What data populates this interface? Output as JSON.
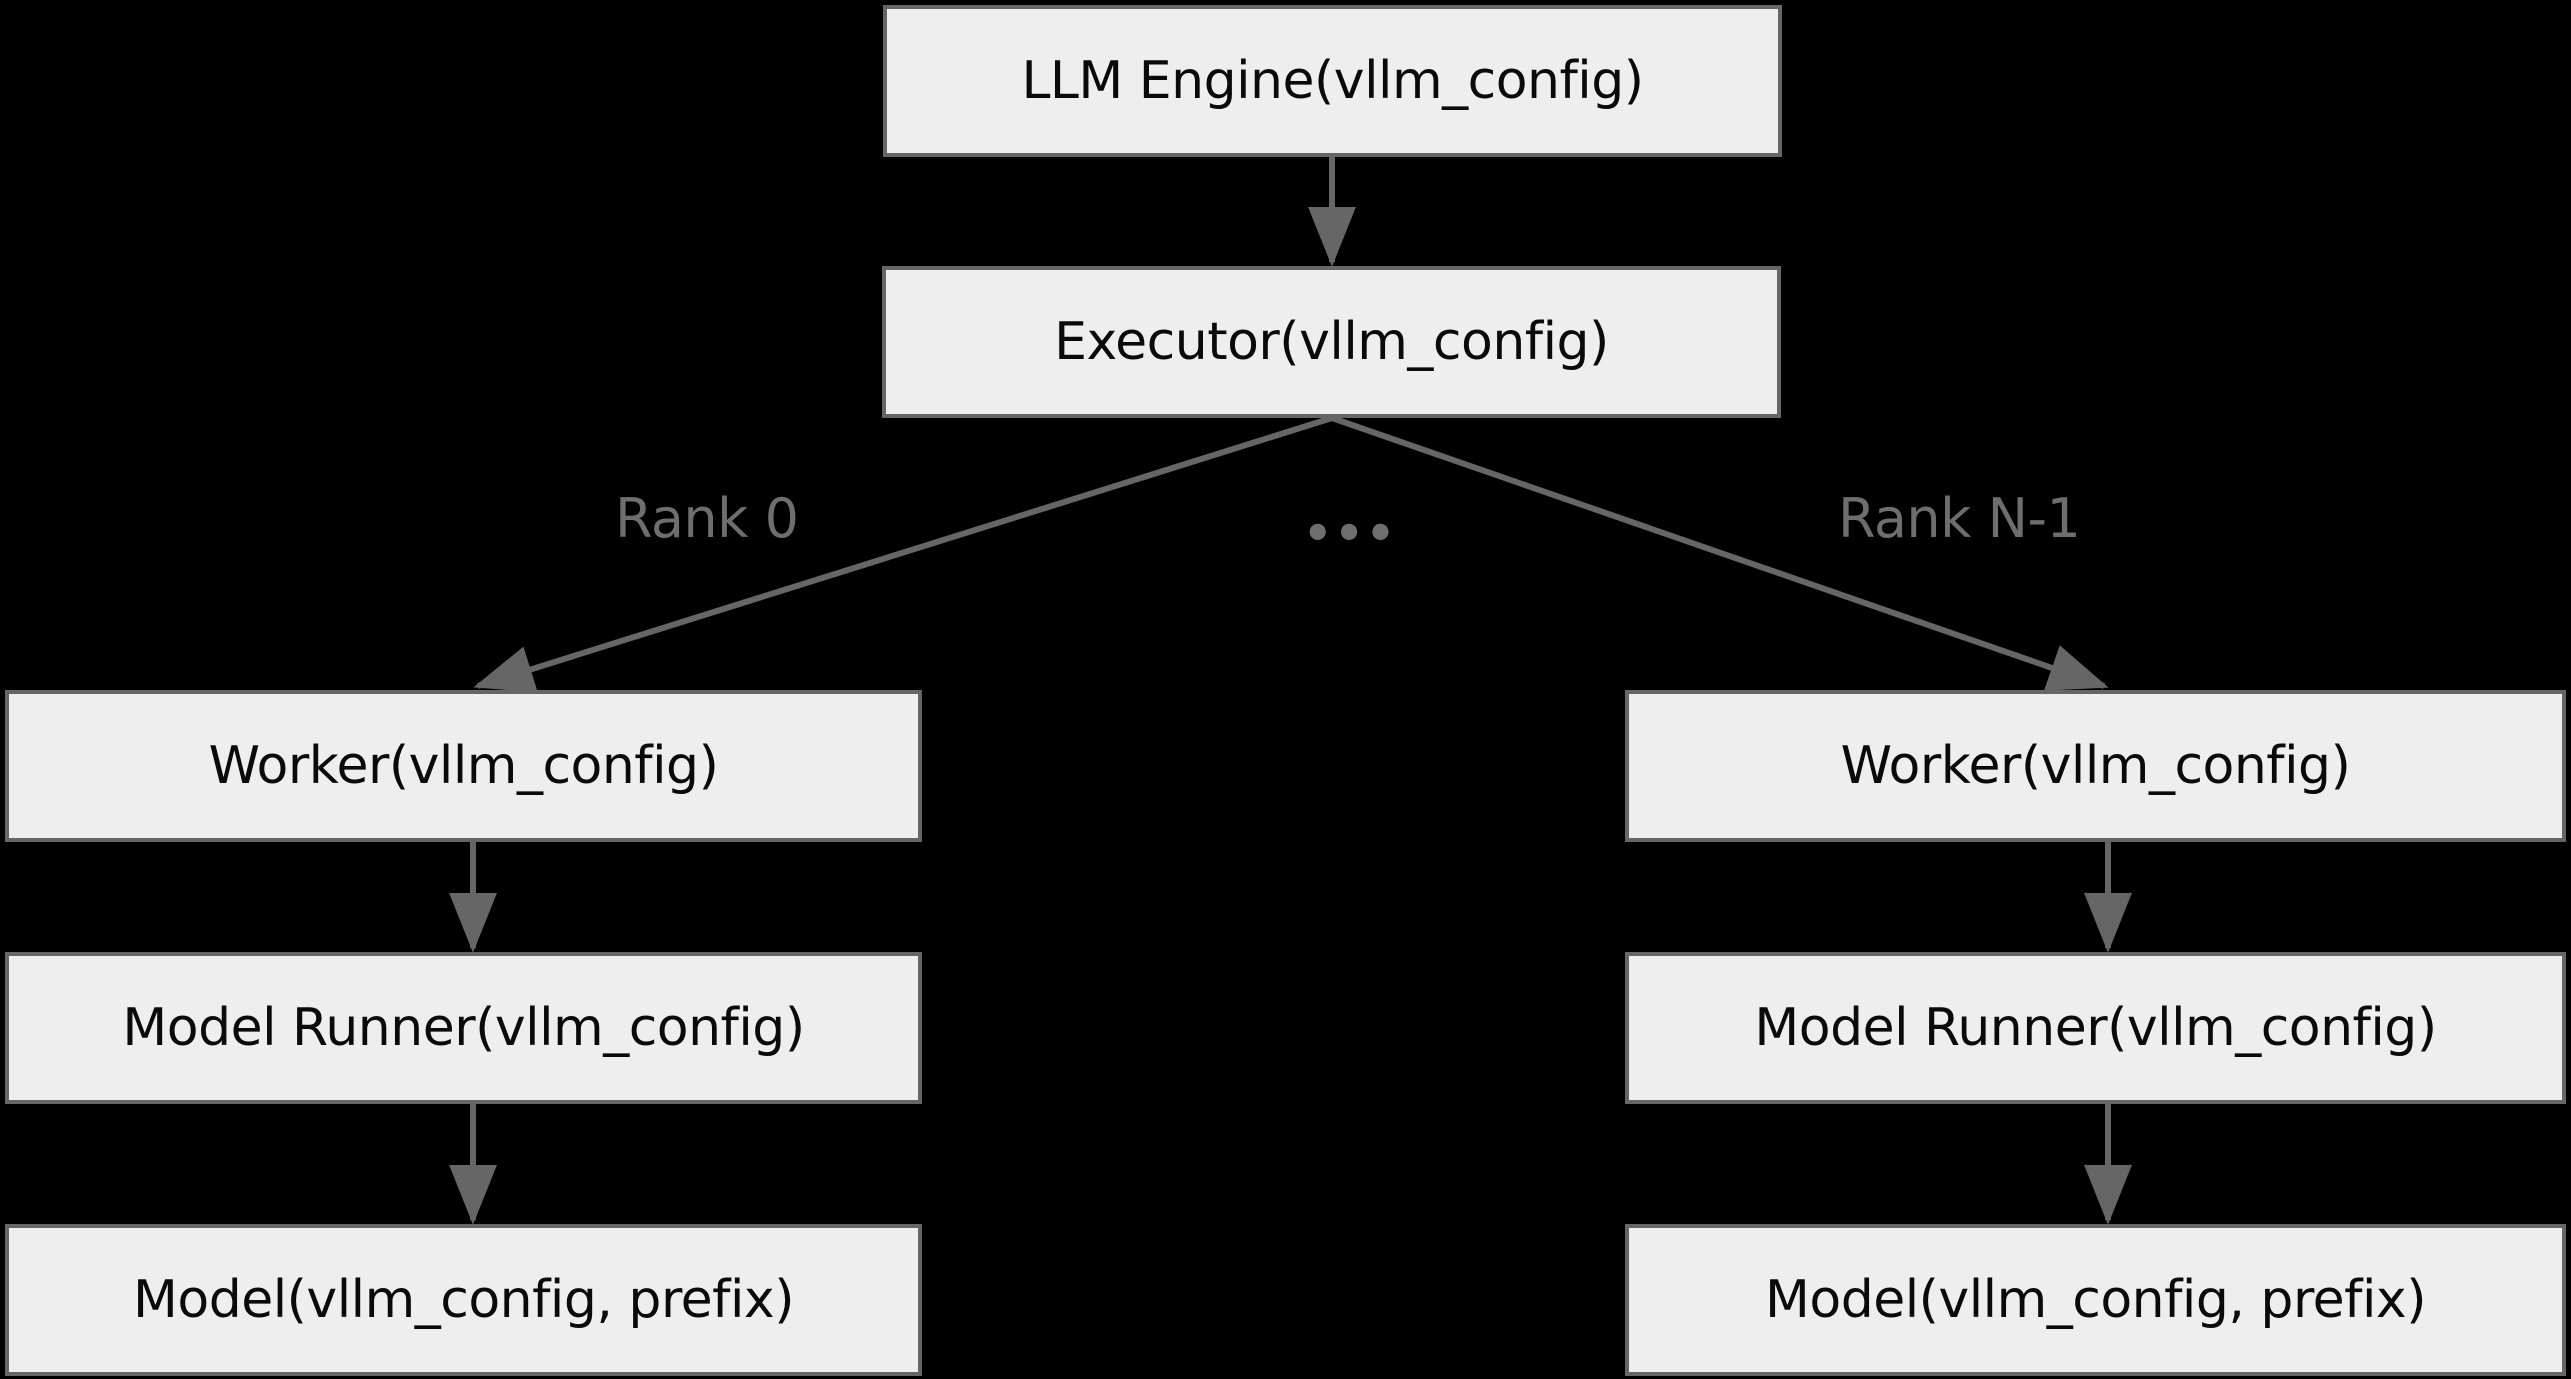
{
  "diagram": {
    "title": "vLLM config propagation",
    "background_color": "#000000",
    "node_fill": "#eeeeee",
    "node_border": "#666666",
    "node_text_color": "#0a0a0a",
    "edge_color": "#666666",
    "edge_label_color": "#6e6e6e",
    "nodes": {
      "llm_engine": "LLM Engine(vllm_config)",
      "executor": "Executor(vllm_config)",
      "worker_rank0": "Worker(vllm_config)",
      "model_runner_rank0": "Model Runner(vllm_config)",
      "model_rank0": "Model(vllm_config, prefix)",
      "worker_rankn": "Worker(vllm_config)",
      "model_runner_rankn": "Model Runner(vllm_config)",
      "model_rankn": "Model(vllm_config, prefix)"
    },
    "edge_labels": {
      "rank_0": "Rank 0",
      "ellipsis": "•••",
      "rank_n_minus_1": "Rank N-1"
    }
  }
}
